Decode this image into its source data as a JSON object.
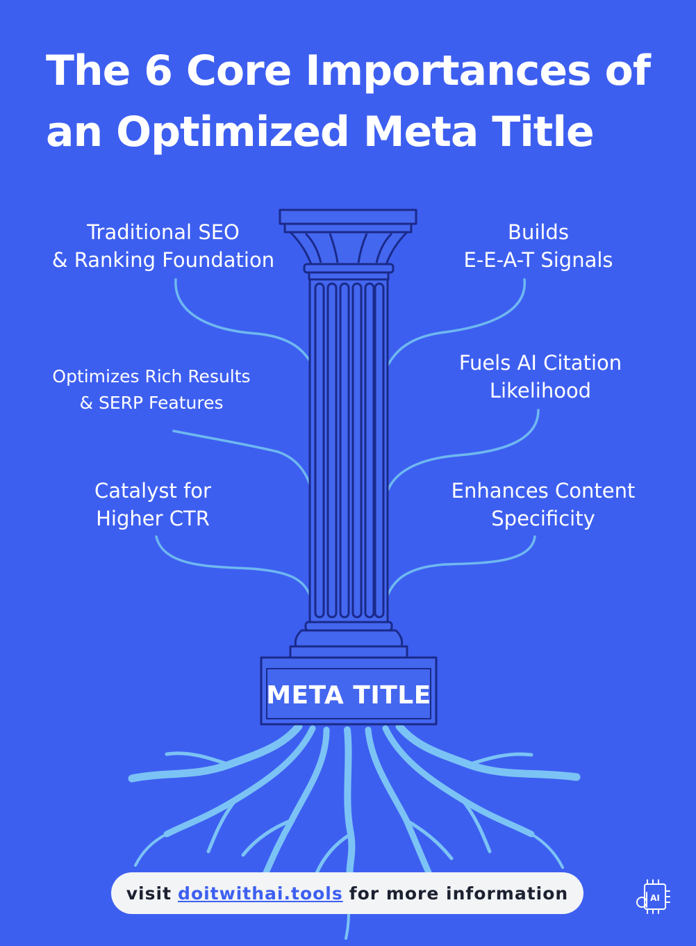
{
  "title": {
    "line1": "The 6 Core Importances of",
    "line2": "an Optimized Meta Title"
  },
  "pillar": {
    "base_label": "META TITLE"
  },
  "importances": [
    {
      "line1": "Traditional SEO",
      "line2": "& Ranking Foundation"
    },
    {
      "line1": "Builds",
      "line2": "E-E-A-T Signals"
    },
    {
      "line1": "Optimizes Rich Results",
      "line2": "& SERP Features"
    },
    {
      "line1": "Fuels AI Citation",
      "line2": "Likelihood"
    },
    {
      "line1": "Catalyst for",
      "line2": "Higher CTR"
    },
    {
      "line1": "Enhances Content",
      "line2": "Specificity"
    }
  ],
  "footer": {
    "prefix": "visit",
    "link": "doitwithai.tools",
    "suffix": "for more information"
  },
  "logo": {
    "icon": "doitwithai-chip-logo-icon",
    "text": "AI"
  },
  "colors": {
    "background": "#3d5ff0",
    "pillar_fill": "#4467f0",
    "pillar_line": "#1a2a8a",
    "roots": "#7cc3f5",
    "connectors": "#6fb8f0",
    "pill_bg": "#f2f4f6",
    "link": "#3d5ff0"
  }
}
